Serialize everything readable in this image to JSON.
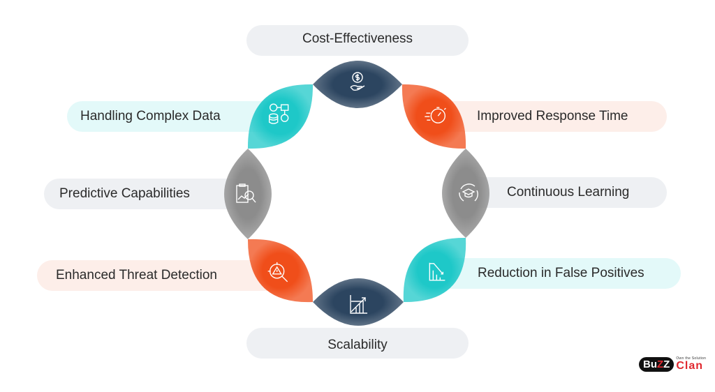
{
  "colors": {
    "navy": "#2c4560",
    "orange": "#f04e1a",
    "teal": "#1ec8c8",
    "gray": "#8c8c8c"
  },
  "items": [
    {
      "label": "Cost-Effectiveness",
      "icon": "dollar-hand-icon",
      "color": "navy"
    },
    {
      "label": "Improved Response Time",
      "icon": "stopwatch-icon",
      "color": "orange"
    },
    {
      "label": "Continuous Learning",
      "icon": "graduation-cycle-icon",
      "color": "gray"
    },
    {
      "label": "Reduction in False Positives",
      "icon": "declining-chart-icon",
      "color": "teal"
    },
    {
      "label": "Scalability",
      "icon": "growth-chart-icon",
      "color": "navy"
    },
    {
      "label": "Enhanced Threat Detection",
      "icon": "threat-search-icon",
      "color": "orange"
    },
    {
      "label": "Predictive Capabilities",
      "icon": "analytics-clipboard-icon",
      "color": "gray"
    },
    {
      "label": "Handling Complex Data",
      "icon": "database-network-icon",
      "color": "teal"
    }
  ],
  "logo": {
    "text_a": "Bu",
    "text_b": "Z",
    "text_c": "Z",
    "tagline": "Own the Solution",
    "clan": "Clan"
  }
}
